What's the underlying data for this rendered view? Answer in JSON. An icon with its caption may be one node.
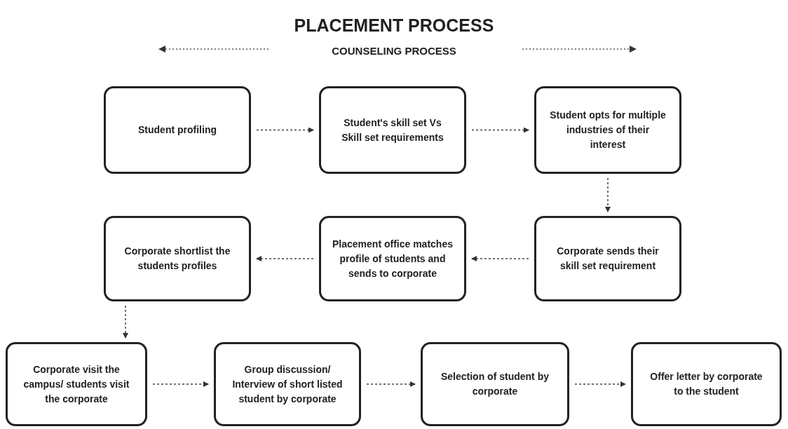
{
  "diagram": {
    "title": "PLACEMENT PROCESS",
    "nodes": [
      {
        "text": [
          "Student profiling"
        ]
      },
      {
        "text": [
          "Student's skill set Vs Skill set requirements"
        ]
      },
      {
        "text": [
          "Student opts for multiple industries of their interest"
        ]
      },
      {
        "text": [
          "Corporate sends their skill set requirement"
        ]
      },
      {
        "text": [
          "Placement office matches profile of students and sends to corporate"
        ]
      },
      {
        "text": [
          "Corporate shortlist the students profiles"
        ]
      },
      {
        "text": [
          "Corporate visit the campus/ students visit the corporate"
        ]
      },
      {
        "text": [
          "Group discussion/ Interview of short listed student by corporate"
        ]
      },
      {
        "text": [
          "Selection of student by corporate"
        ]
      },
      {
        "text": [
          "Offer letter by corporate to the student"
        ]
      }
    ],
    "edges": [
      {
        "from": 0,
        "to": 1,
        "arrow": "to",
        "style": "dashed"
      },
      {
        "from": 1,
        "to": 2,
        "arrow": "to",
        "style": "dashed"
      },
      {
        "from": 2,
        "to": 3,
        "arrow": "to",
        "style": "dashed"
      },
      {
        "from": 3,
        "to": 4,
        "arrow": "to",
        "style": "dashed"
      },
      {
        "from": 4,
        "to": 5,
        "arrow": "to",
        "style": "dashed"
      },
      {
        "from": 5,
        "to": 6,
        "arrow": "to",
        "style": "dashed"
      },
      {
        "from": 6,
        "to": 7,
        "arrow": "to",
        "style": "dashed"
      },
      {
        "from": 7,
        "to": 8,
        "arrow": "to",
        "style": "dashed"
      },
      {
        "from": 8,
        "to": 9,
        "arrow": "to",
        "style": "dashed"
      }
    ],
    "labels": [
      "COUNSELING PROCESS"
    ]
  }
}
